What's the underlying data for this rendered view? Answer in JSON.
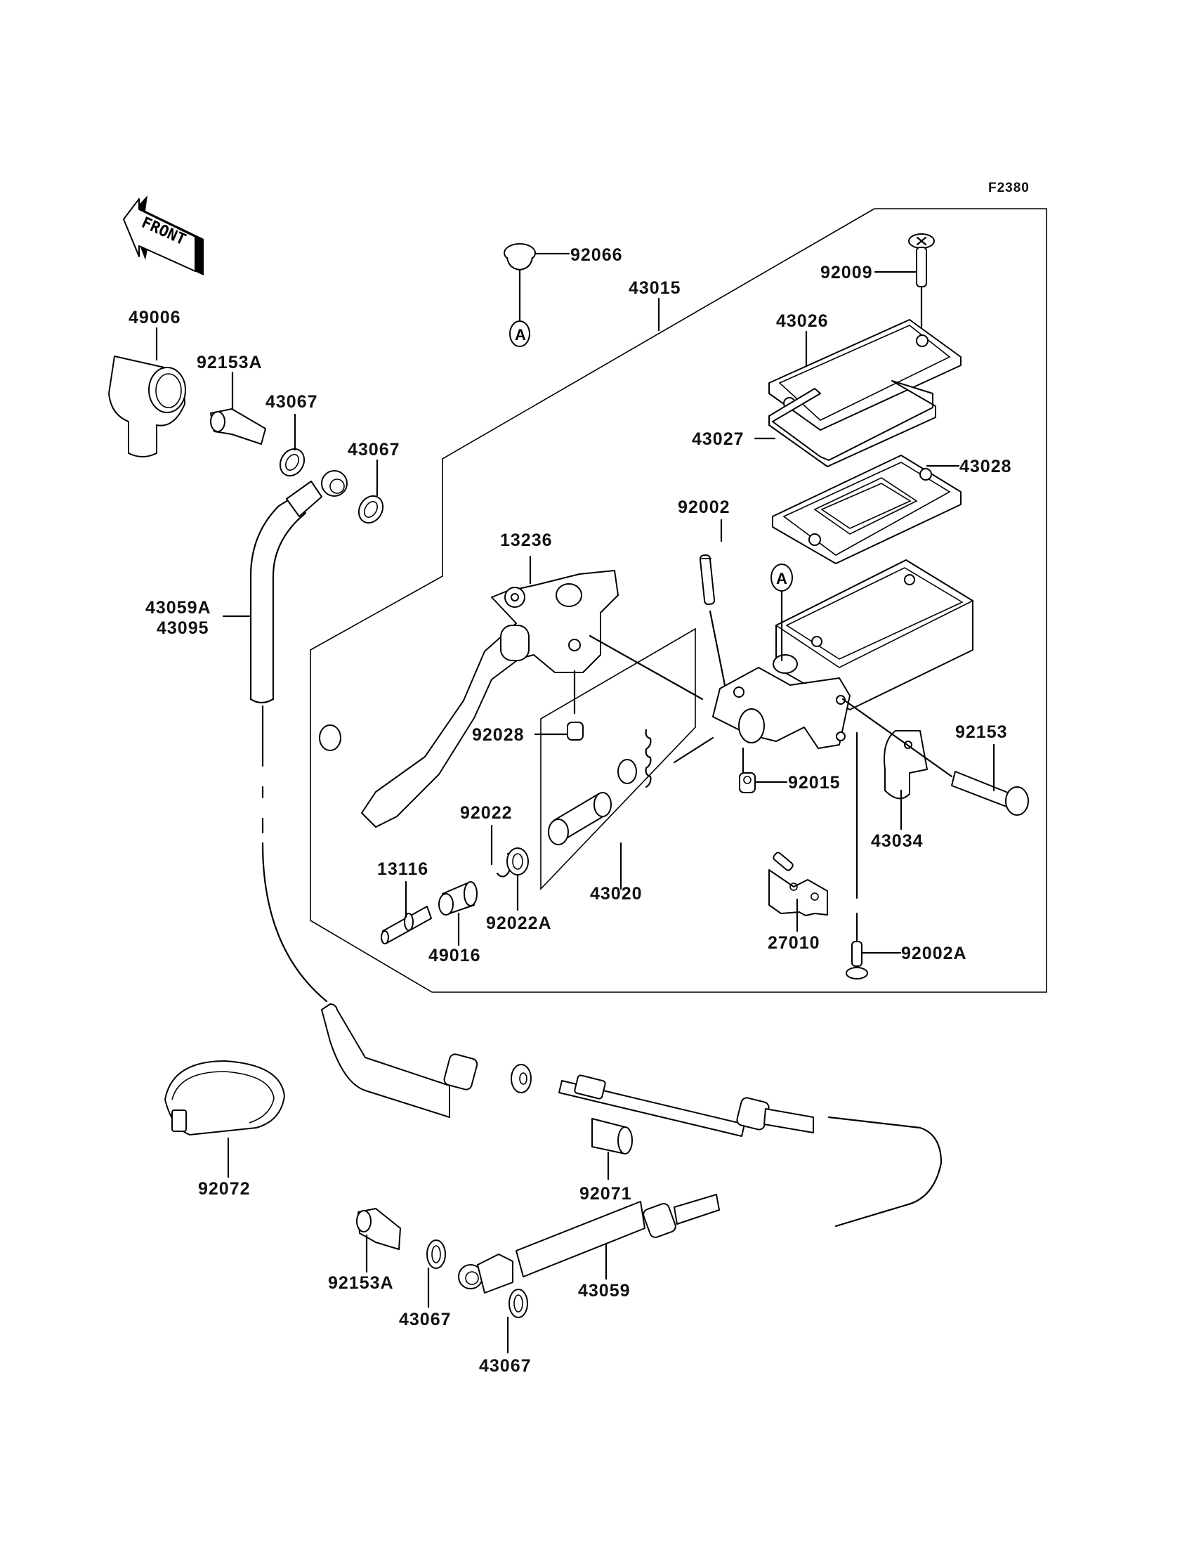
{
  "figure_id": "F2380",
  "front_arrow": {
    "label": "FRONT",
    "icon": "front-direction-arrow-icon"
  },
  "reference_marker": "A",
  "parts": {
    "p49006": "49006",
    "p92153A_top": "92153A",
    "p43067_a": "43067",
    "p43067_b": "43067",
    "p43059A": "43059A",
    "p43095": "43095",
    "p92066": "92066",
    "p43015": "43015",
    "p92009": "92009",
    "p43026": "43026",
    "p43027": "43027",
    "p43028": "43028",
    "p92002": "92002",
    "p13236": "13236",
    "p92028": "92028",
    "p92153": "92153",
    "p92015": "92015",
    "p43034": "43034",
    "p92022": "92022",
    "p13116": "13116",
    "p92022A": "92022A",
    "p43020": "43020",
    "p49016": "49016",
    "p27010": "27010",
    "p92002A": "92002A",
    "p92072": "92072",
    "p92071": "92071",
    "p92153A_bottom": "92153A",
    "p43067_c": "43067",
    "p43059": "43059",
    "p43067_d": "43067"
  }
}
